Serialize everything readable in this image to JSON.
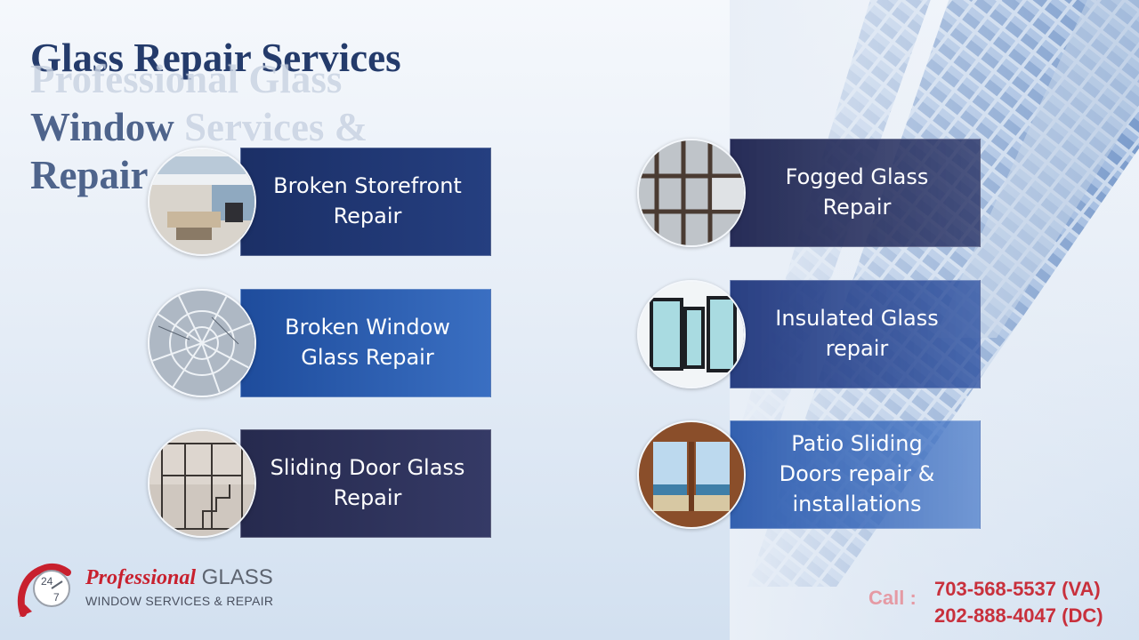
{
  "title": {
    "behind": "Glass Repair Services",
    "front_line1": "Professional Glass",
    "front_line2_dark": "Window",
    "front_line2_light": "Services &",
    "front_line3": "Repair"
  },
  "services": [
    {
      "label": "Broken Storefront\nRepair",
      "image": "storefront-interior-photo"
    },
    {
      "label": "Fogged Glass\nRepair",
      "image": "fogged-window-photo"
    },
    {
      "label": "Broken Window\nGlass Repair",
      "image": "shattered-glass-photo"
    },
    {
      "label": "Insulated Glass\nrepair",
      "image": "insulated-glass-units-photo"
    },
    {
      "label": "Sliding Door Glass\nRepair",
      "image": "glass-stair-door-photo"
    },
    {
      "label": "Patio Sliding\nDoors repair &\ninstallations",
      "image": "patio-door-photo"
    }
  ],
  "logo": {
    "badge_top": "24",
    "badge_bottom": "7",
    "brand_italic": "Professional",
    "brand_plain": " GLASS",
    "tagline": "WINDOW SERVICES & REPAIR"
  },
  "contact": {
    "call_label": "Call :",
    "phone_va": "703-568-5537 (VA)",
    "phone_dc": "202-888-4047 (DC)"
  },
  "colors": {
    "title_navy": "#243b6b",
    "brand_red": "#c8202e",
    "phone_red": "#c8303c"
  }
}
